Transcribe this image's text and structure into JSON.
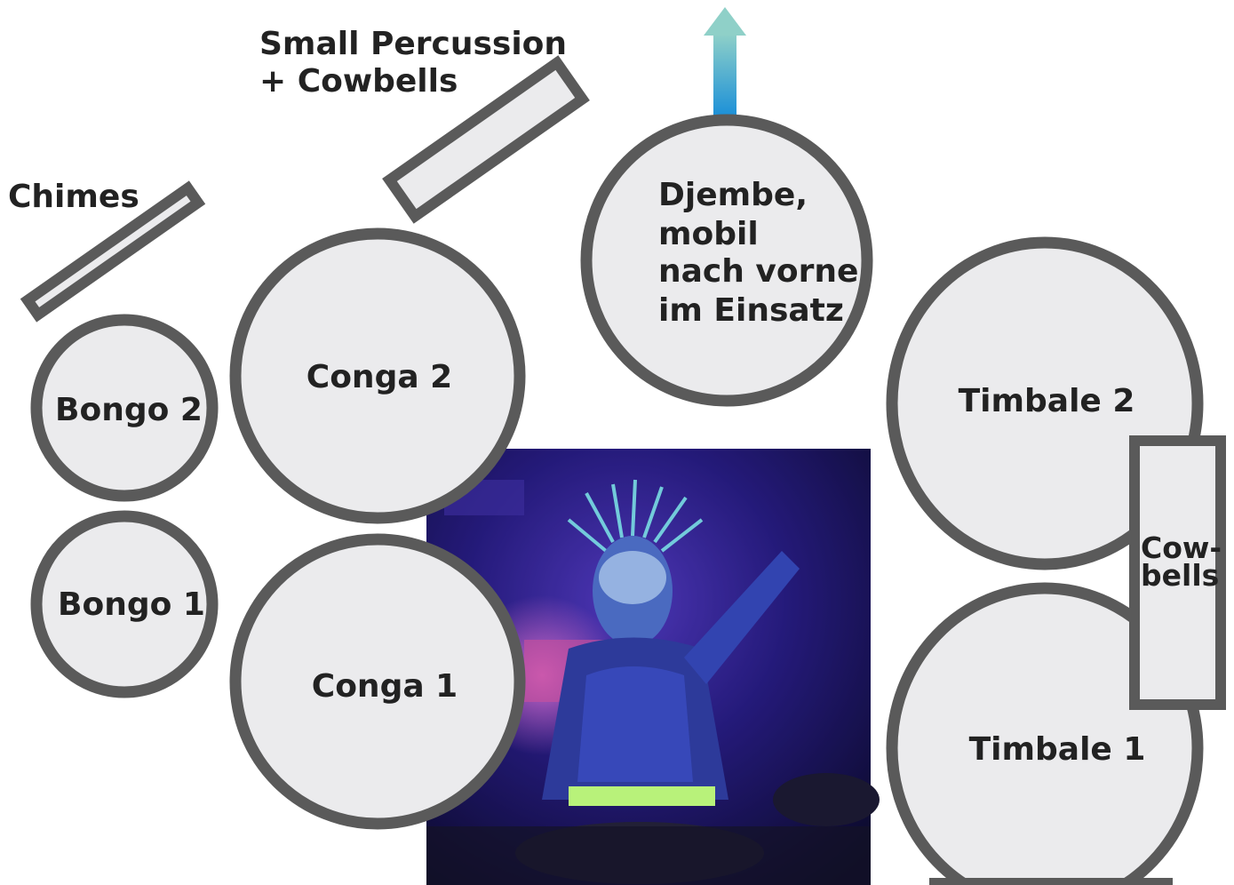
{
  "labels": {
    "small_percussion": [
      "Small Percussion",
      "+ Cowbells"
    ],
    "chimes": "Chimes",
    "djembe": [
      "Djembe,",
      "mobil",
      "nach vorne",
      "im Einsatz"
    ],
    "bongo_2": "Bongo 2",
    "bongo_1": "Bongo 1",
    "conga_2": "Conga 2",
    "conga_1": "Conga 1",
    "timbale_2": "Timbale 2",
    "timbale_1": "Timbale 1",
    "cowbells": [
      "Cow-",
      "bells"
    ]
  },
  "colors": {
    "instrument_fill": "#ebebed",
    "instrument_outline": "#5a5a5a",
    "arrow_top": "#8fd0c8",
    "arrow_bottom": "#1a8fd8"
  },
  "photo": {
    "description_icon": "drummer-photo"
  }
}
